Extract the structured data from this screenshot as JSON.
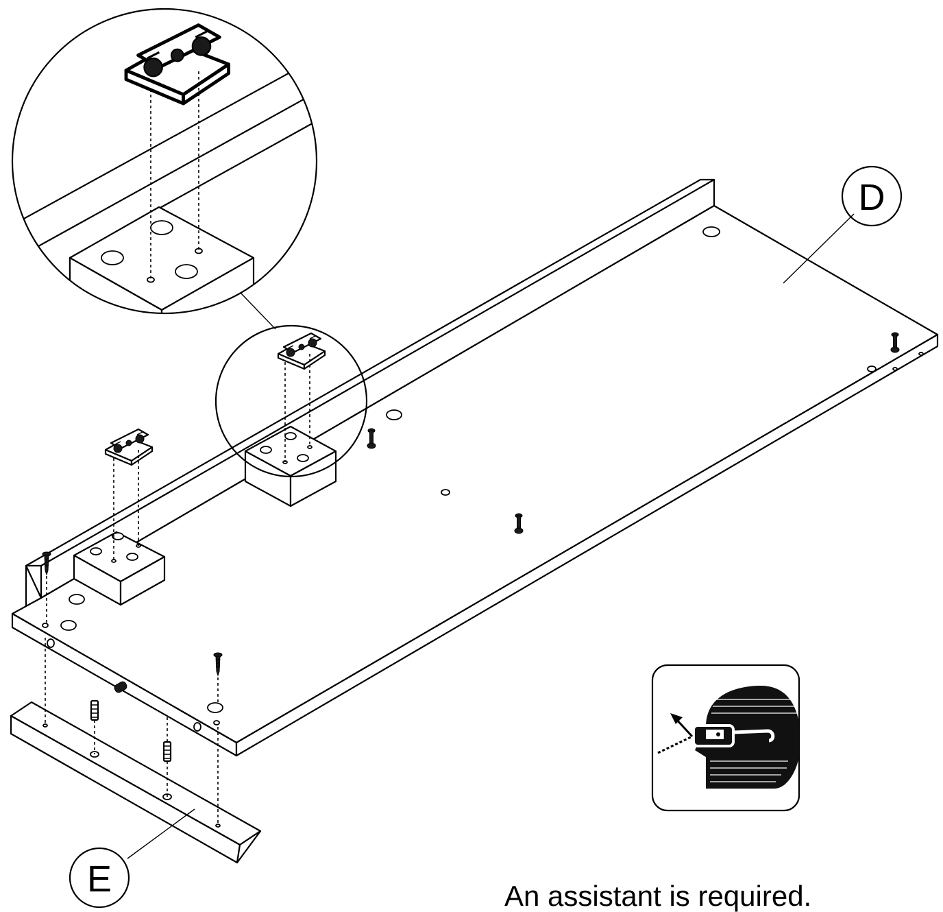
{
  "labels": {
    "part_d": "D",
    "part_e": "E"
  },
  "caption": "An assistant is required.",
  "icons": {
    "safety": "safety-glasses-icon",
    "hinge": "hinge-plate-icon",
    "screw": "screw-icon",
    "dowel": "dowel-icon",
    "cam_bolt": "cam-bolt-icon"
  },
  "colors": {
    "line": "#000000",
    "background": "#ffffff"
  }
}
